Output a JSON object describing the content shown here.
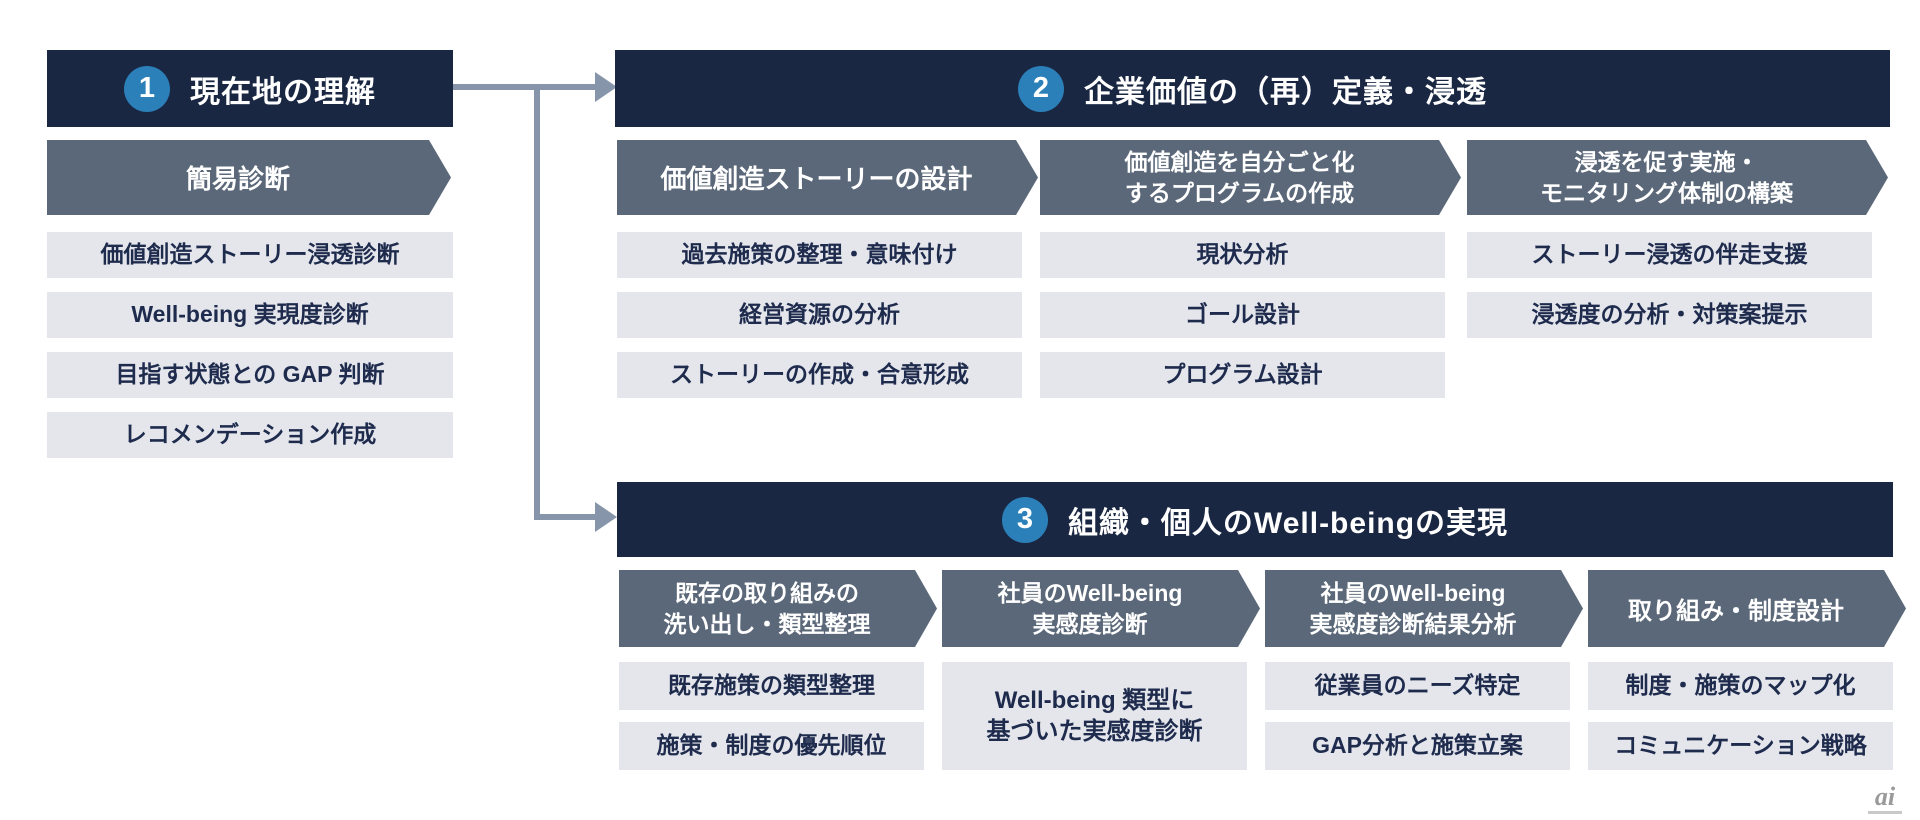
{
  "colors": {
    "header_navy": "#1a2742",
    "number_badge_blue": "#2b80b9",
    "chevron_slate": "#5b6879",
    "item_background": "#e4e6ec",
    "item_text_navy": "#1e2b4d",
    "connector_gray": "#8795aa",
    "background": "#ffffff"
  },
  "watermark": {
    "text": "ai"
  },
  "sections": [
    {
      "number": "1",
      "title": "現在地の理解",
      "columns": [
        {
          "chevron": {
            "lines": [
              "簡易診断"
            ]
          },
          "items": [
            "価値創造ストーリー浸透診断",
            "Well-being 実現度診断",
            "目指す状態との GAP 判断",
            "レコメンデーション作成"
          ]
        }
      ]
    },
    {
      "number": "2",
      "title": "企業価値の（再）定義・浸透",
      "columns": [
        {
          "chevron": {
            "lines": [
              "価値創造ストーリーの設計"
            ]
          },
          "items": [
            "過去施策の整理・意味付け",
            "経営資源の分析",
            "ストーリーの作成・合意形成"
          ]
        },
        {
          "chevron": {
            "lines": [
              "価値創造を自分ごと化",
              "するプログラムの作成"
            ]
          },
          "items": [
            "現状分析",
            "ゴール設計",
            "プログラム設計"
          ]
        },
        {
          "chevron": {
            "lines": [
              "浸透を促す実施・",
              "モニタリング体制の構築"
            ]
          },
          "items": [
            "ストーリー浸透の伴走支援",
            "浸透度の分析・対策案提示"
          ]
        }
      ]
    },
    {
      "number": "3",
      "title": "組織・個人のWell-beingの実現",
      "columns": [
        {
          "chevron": {
            "lines": [
              "既存の取り組みの",
              "洗い出し・類型整理"
            ]
          },
          "items": [
            "既存施策の類型整理",
            "施策・制度の優先順位"
          ]
        },
        {
          "chevron": {
            "lines": [
              "社員のWell-being",
              "実感度診断"
            ]
          },
          "tall_item": {
            "lines": [
              "Well-being 類型に",
              "基づいた実感度診断"
            ]
          }
        },
        {
          "chevron": {
            "lines": [
              "社員のWell-being",
              "実感度診断結果分析"
            ]
          },
          "items": [
            "従業員のニーズ特定",
            "GAP分析と施策立案"
          ]
        },
        {
          "chevron": {
            "lines": [
              "取り組み・制度設計"
            ]
          },
          "items": [
            "制度・施策のマップ化",
            "コミュニケーション戦略"
          ]
        }
      ]
    }
  ]
}
